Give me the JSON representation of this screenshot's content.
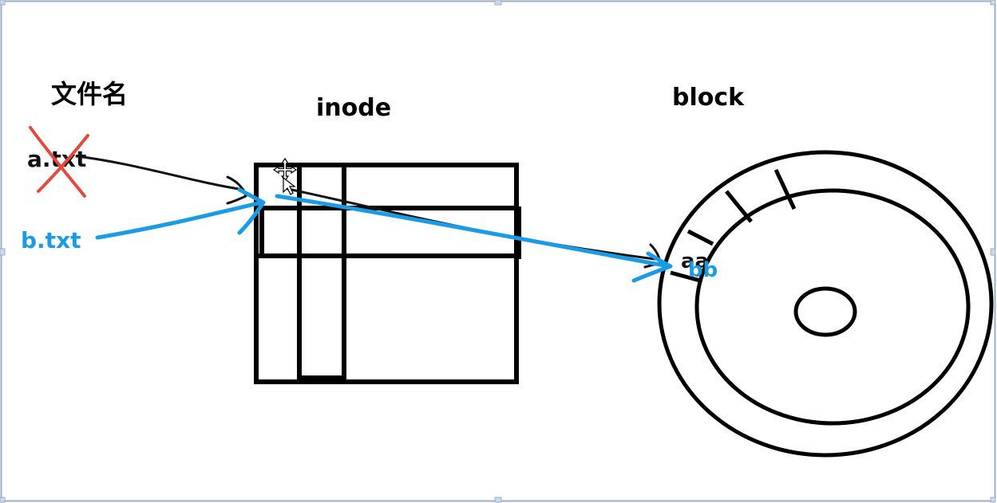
{
  "labels": {
    "filename_header": "文件名",
    "inode_header": "inode",
    "block_header": "block",
    "old_file": "a.txt",
    "new_file": "b.txt",
    "old_content": "aa",
    "new_content": "bb"
  },
  "colors": {
    "ink": "#000000",
    "blue": "#1a9be6",
    "red_cross": "#e8473c",
    "frame_border": "#9aaec8",
    "handle": "#cfd8e6"
  },
  "icons": {
    "cursor": "move-cursor-icon"
  }
}
